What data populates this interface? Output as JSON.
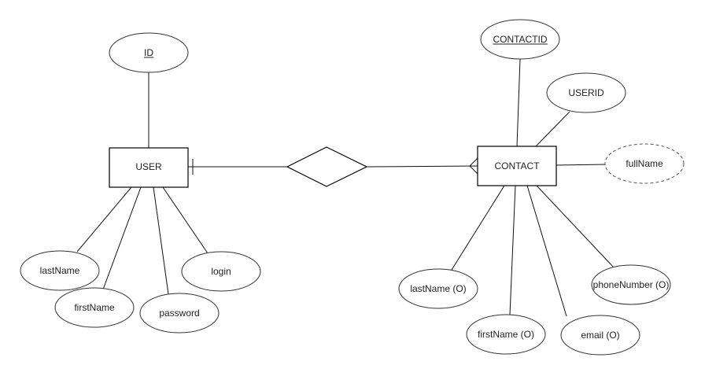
{
  "diagram": {
    "type": "er-diagram",
    "entities": [
      {
        "id": "user",
        "label": "USER",
        "attributes": [
          {
            "label": "ID",
            "key": true,
            "derived": false
          },
          {
            "label": "lastName",
            "key": false,
            "derived": false
          },
          {
            "label": "firstName",
            "key": false,
            "derived": false
          },
          {
            "label": "password",
            "key": false,
            "derived": false
          },
          {
            "label": "login",
            "key": false,
            "derived": false
          }
        ]
      },
      {
        "id": "contact",
        "label": "CONTACT",
        "attributes": [
          {
            "label": "CONTACTID",
            "key": true,
            "derived": false
          },
          {
            "label": "USERID",
            "key": false,
            "derived": false
          },
          {
            "label": "fullName",
            "key": false,
            "derived": true
          },
          {
            "label": "lastName (O)",
            "key": false,
            "derived": false
          },
          {
            "label": "firstName (O)",
            "key": false,
            "derived": false
          },
          {
            "label": "email (O)",
            "key": false,
            "derived": false
          },
          {
            "label": "phoneNumber (O)",
            "key": false,
            "derived": false
          }
        ]
      }
    ],
    "relationship": {
      "label": "",
      "from": "user",
      "to": "contact",
      "from_cardinality": "one",
      "to_cardinality": "many"
    },
    "colors": {
      "stroke": "#000000",
      "text": "#222222",
      "background": "#ffffff"
    }
  }
}
